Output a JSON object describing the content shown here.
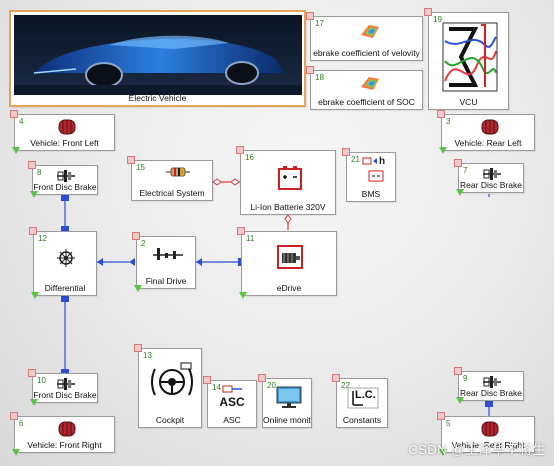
{
  "blocks": {
    "ev": {
      "label": "Electric Vehicle"
    },
    "b17": {
      "num": "17",
      "label": "ebrake coefficient of velovity"
    },
    "b18": {
      "num": "18",
      "label": "ebrake coefficient of SOC"
    },
    "b19": {
      "num": "19",
      "label": "VCU"
    },
    "b4": {
      "num": "4",
      "label": "Vehicle: Front Left"
    },
    "b3": {
      "num": "3",
      "label": "Vehicle: Rear Left"
    },
    "b8": {
      "num": "8",
      "label": "Front Disc Brake"
    },
    "b7": {
      "num": "7",
      "label": "Rear Disc Brake"
    },
    "b15": {
      "num": "15",
      "label": "Electrical System"
    },
    "b16": {
      "num": "16",
      "label": "Li-Ion Batterie 320V"
    },
    "b21": {
      "num": "21",
      "label": "BMS"
    },
    "b12": {
      "num": "12",
      "label": "Differential"
    },
    "b2": {
      "num": "2",
      "label": "Final Drive"
    },
    "b11": {
      "num": "11",
      "label": "eDrive"
    },
    "b13": {
      "num": "13",
      "label": "Cockpit"
    },
    "b14": {
      "num": "14",
      "label": "ASC"
    },
    "b20": {
      "num": "20",
      "label": "Online monito"
    },
    "b22": {
      "num": "22",
      "label": "Constants"
    },
    "b10": {
      "num": "10",
      "label": "Front Disc Brake"
    },
    "b6": {
      "num": "6",
      "label": "Vehicle: Front Right"
    },
    "b9": {
      "num": "9",
      "label": "Rear Disc Brake"
    },
    "b5": {
      "num": "5",
      "label": "Vehicle: Rear Right"
    }
  },
  "icon_text": {
    "asc": "ASC",
    "lc": "L.C.",
    "bms_h": "h"
  },
  "watermark": "CSDN @王泽华不将生",
  "colors": {
    "wire_blue": "#2d4fd6",
    "wire_red": "#e23b3b",
    "port_green": "#5cc24a",
    "selected_border": "#e2a35a"
  }
}
